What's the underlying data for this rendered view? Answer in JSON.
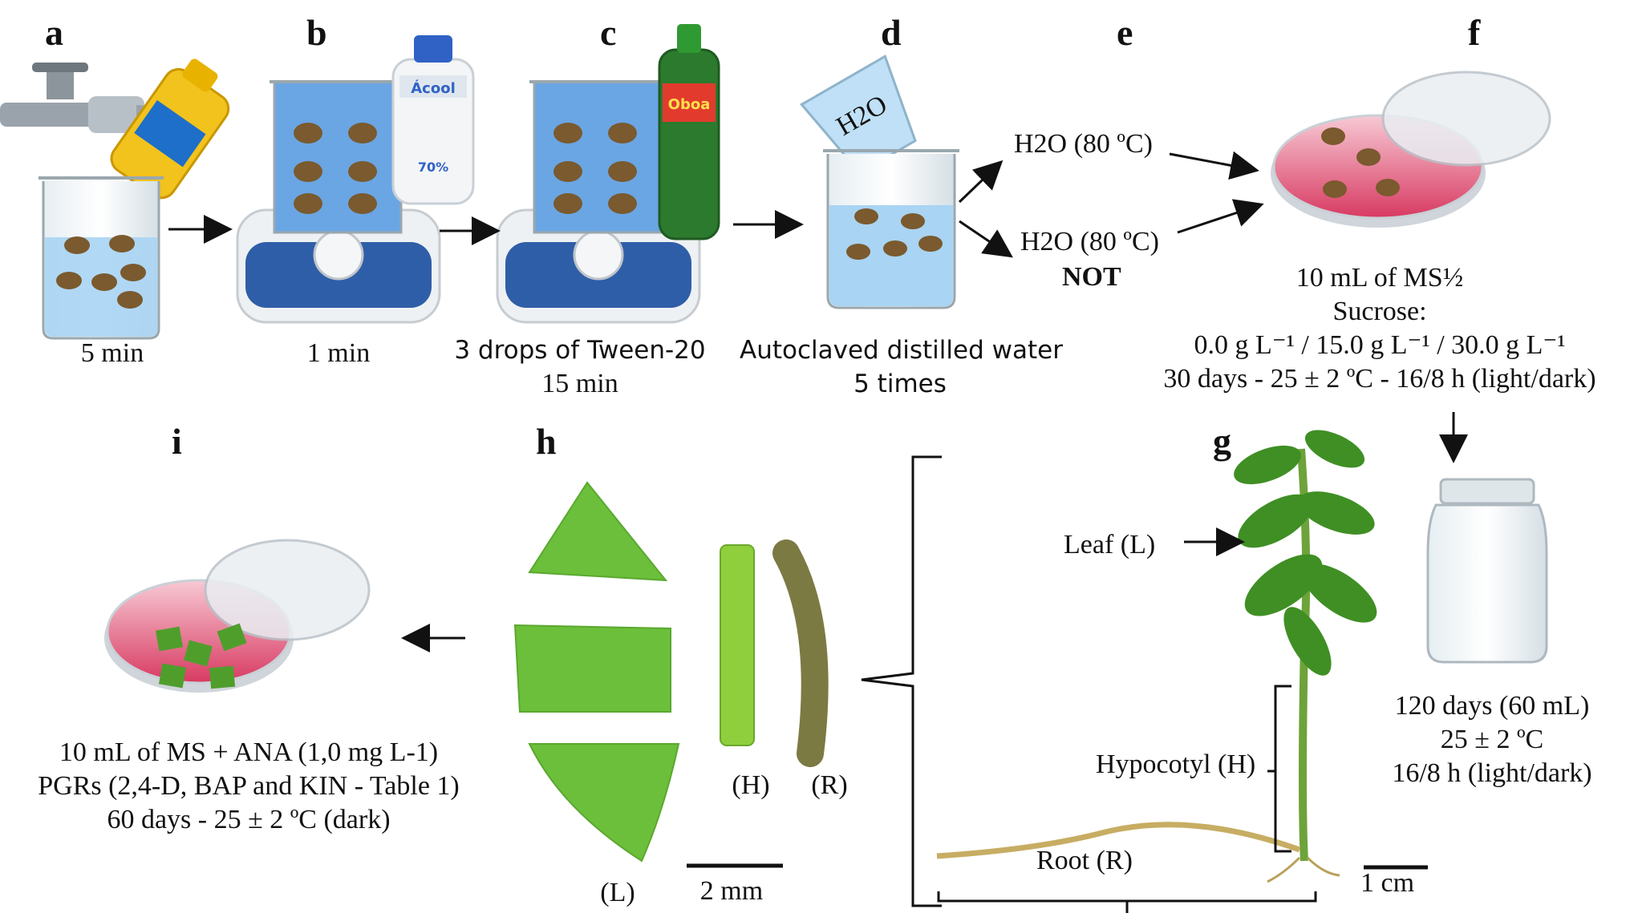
{
  "panels": {
    "a": {
      "label": "a",
      "caption": [
        "5 min"
      ]
    },
    "b": {
      "label": "b",
      "caption": [
        "1 min"
      ],
      "bottle_text": "Ácool",
      "bottle_percent": "70%"
    },
    "c": {
      "label": "c",
      "caption": [
        "3 drops of Tween-20",
        "15 min"
      ],
      "bottle_text": "Oboa"
    },
    "d": {
      "label": "d",
      "caption": [
        "Autoclaved distilled water",
        "5 times"
      ],
      "flask_text": "H2O"
    },
    "e": {
      "label": "e",
      "upper": "H2O (80 ºC)",
      "lower": "H2O (80 ºC)",
      "lower_note": "NOT"
    },
    "f": {
      "label": "f",
      "caption": [
        "10 mL of MS½",
        "Sucrose:",
        "0.0 g L⁻¹ / 15.0 g L⁻¹ / 30.0 g L⁻¹",
        "30 days - 25 ± 2 ºC - 16/8 h (light/dark)"
      ]
    },
    "g": {
      "label": "g",
      "leaf": "Leaf (L)",
      "hypocotyl": "Hypocotyl (H)",
      "root": "Root (R)",
      "scale": "1 cm",
      "jar_caption": [
        "120 days (60 mL)",
        "25 ± 2 ºC",
        "16/8 h (light/dark)"
      ]
    },
    "h": {
      "label": "h",
      "leaf": "(L)",
      "hypocotyl": "(H)",
      "root": "(R)",
      "scale": "2 mm"
    },
    "i": {
      "label": "i",
      "caption": [
        "10 mL of MS + ANA (1,0 mg L-1)",
        "PGRs (2,4-D, BAP and KIN - Table 1)",
        "60 days - 25 ± 2 ºC (dark)"
      ]
    }
  },
  "colors": {
    "water": "#5b9be0",
    "seed": "#7a5a2e",
    "leaf_green": "#6cbf3a",
    "petri_pink": "#e8557a",
    "plate": "#2f5ea8"
  }
}
